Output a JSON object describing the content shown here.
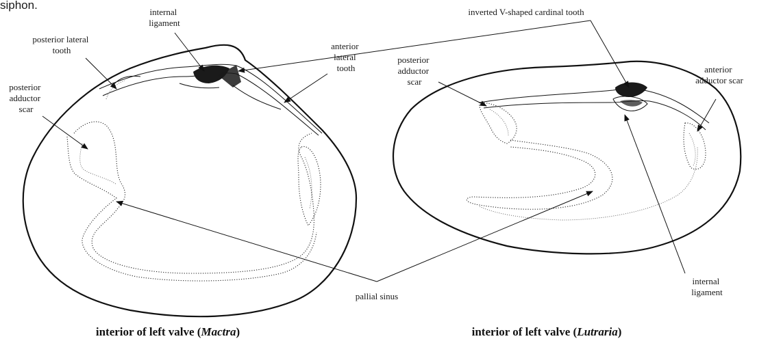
{
  "top_snippet": "siphon.",
  "mactra": {
    "labels": {
      "internal_ligament": [
        "internal",
        "ligament"
      ],
      "posterior_lateral_tooth": [
        "posterior lateral",
        "tooth"
      ],
      "posterior_adductor_scar": [
        "posterior",
        "adductor",
        "scar"
      ],
      "anterior_lateral_tooth": [
        "anterior",
        "lateral",
        "tooth"
      ]
    },
    "caption": {
      "prefix": "interior of left valve (",
      "genus": "Mactra",
      "suffix": ")"
    }
  },
  "lutraria": {
    "labels": {
      "cardinal_tooth": "inverted V-shaped cardinal tooth",
      "posterior_adductor_scar": [
        "posterior",
        "adductor",
        "scar"
      ],
      "anterior_adductor_scar": [
        "anterior",
        "adductor scar"
      ],
      "internal_ligament": [
        "internal",
        "ligament"
      ]
    },
    "caption": {
      "prefix": "interior of left valve (",
      "genus": "Lutraria",
      "suffix": ")"
    }
  },
  "shared_labels": {
    "pallial_sinus": "pallial sinus"
  }
}
